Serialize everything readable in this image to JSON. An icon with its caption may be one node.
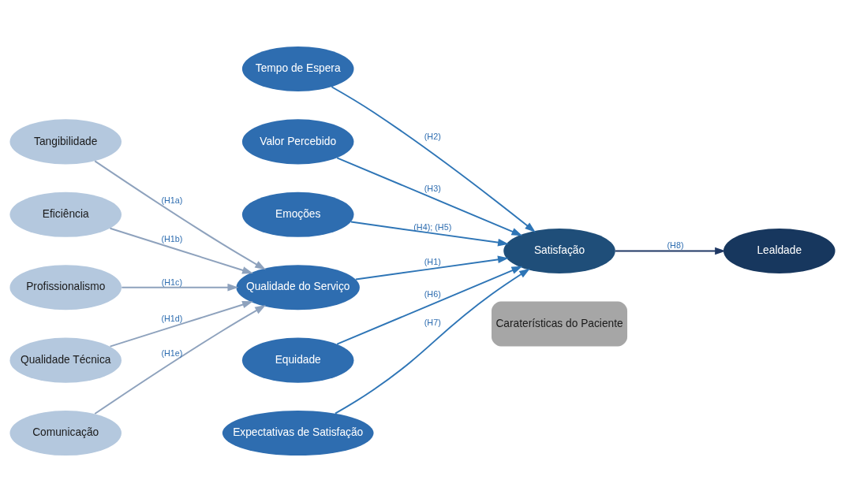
{
  "diagram": {
    "nodes": [
      {
        "text": [
          "Tangibilidade"
        ]
      },
      {
        "text": [
          "Eficiência"
        ]
      },
      {
        "text": [
          "Profissionalismo"
        ]
      },
      {
        "text": [
          "Qualidade Técnica"
        ]
      },
      {
        "text": [
          "Comunicação"
        ]
      },
      {
        "text": [
          "Tempo de Espera"
        ]
      },
      {
        "text": [
          "Valor Percebido"
        ]
      },
      {
        "text": [
          "Emoções"
        ]
      },
      {
        "text": [
          "Qualidade do Serviço"
        ]
      },
      {
        "text": [
          "Equidade"
        ]
      },
      {
        "text": [
          "Expectativas de Satisfação"
        ]
      },
      {
        "text": [
          "Satisfação"
        ]
      },
      {
        "text": [
          "Lealdade"
        ]
      },
      {
        "text": [
          "Caraterísticas do Paciente"
        ]
      }
    ],
    "edges": [
      {
        "from": 0,
        "to": 8,
        "arrow": "to",
        "label": "(H1a)",
        "color": "#8ea2bd"
      },
      {
        "from": 1,
        "to": 8,
        "arrow": "to",
        "label": "(H1b)",
        "color": "#8ea2bd"
      },
      {
        "from": 2,
        "to": 8,
        "arrow": "to",
        "label": "(H1c)",
        "color": "#8ea2bd"
      },
      {
        "from": 3,
        "to": 8,
        "arrow": "to",
        "label": "(H1d)",
        "color": "#8ea2bd"
      },
      {
        "from": 4,
        "to": 8,
        "arrow": "to",
        "label": "(H1e)",
        "color": "#8ea2bd"
      },
      {
        "from": 5,
        "to": 11,
        "arrow": "to",
        "label": "(H2)"
      },
      {
        "from": 6,
        "to": 11,
        "arrow": "to",
        "label": "(H3)"
      },
      {
        "from": 7,
        "to": 11,
        "arrow": "to",
        "label": "(H4); (H5)"
      },
      {
        "from": 8,
        "to": 11,
        "arrow": "to",
        "label": "(H1)"
      },
      {
        "from": 9,
        "to": 11,
        "arrow": "to",
        "label": "(H6)"
      },
      {
        "from": 10,
        "to": 11,
        "arrow": "to",
        "label": "(H7)"
      },
      {
        "from": 11,
        "to": 12,
        "arrow": "to",
        "label": "(H8)",
        "color": "#1f3864"
      }
    ]
  }
}
